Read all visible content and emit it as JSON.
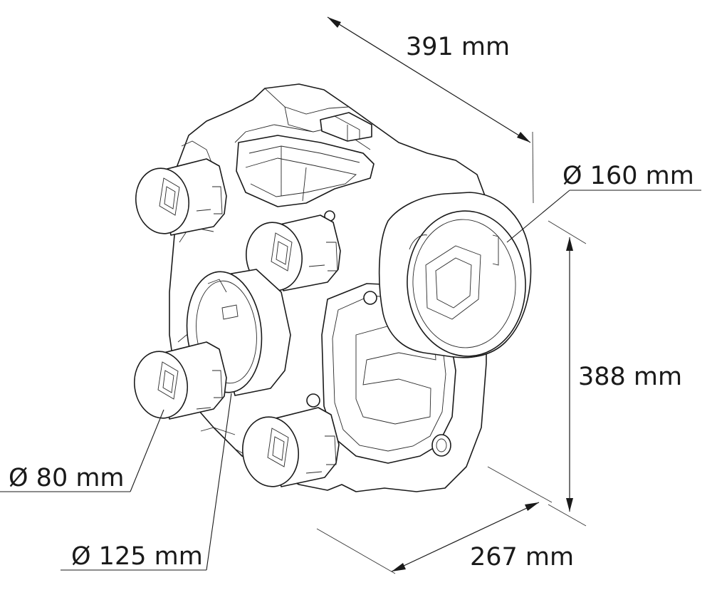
{
  "drawing": {
    "dimensions": {
      "width": "391 mm",
      "height": "388 mm",
      "depth": "267 mm",
      "main_outlet_diameter": "Ø 160 mm",
      "small_port_diameter": "Ø 80 mm",
      "medium_port_diameter": "Ø 125 mm"
    }
  }
}
